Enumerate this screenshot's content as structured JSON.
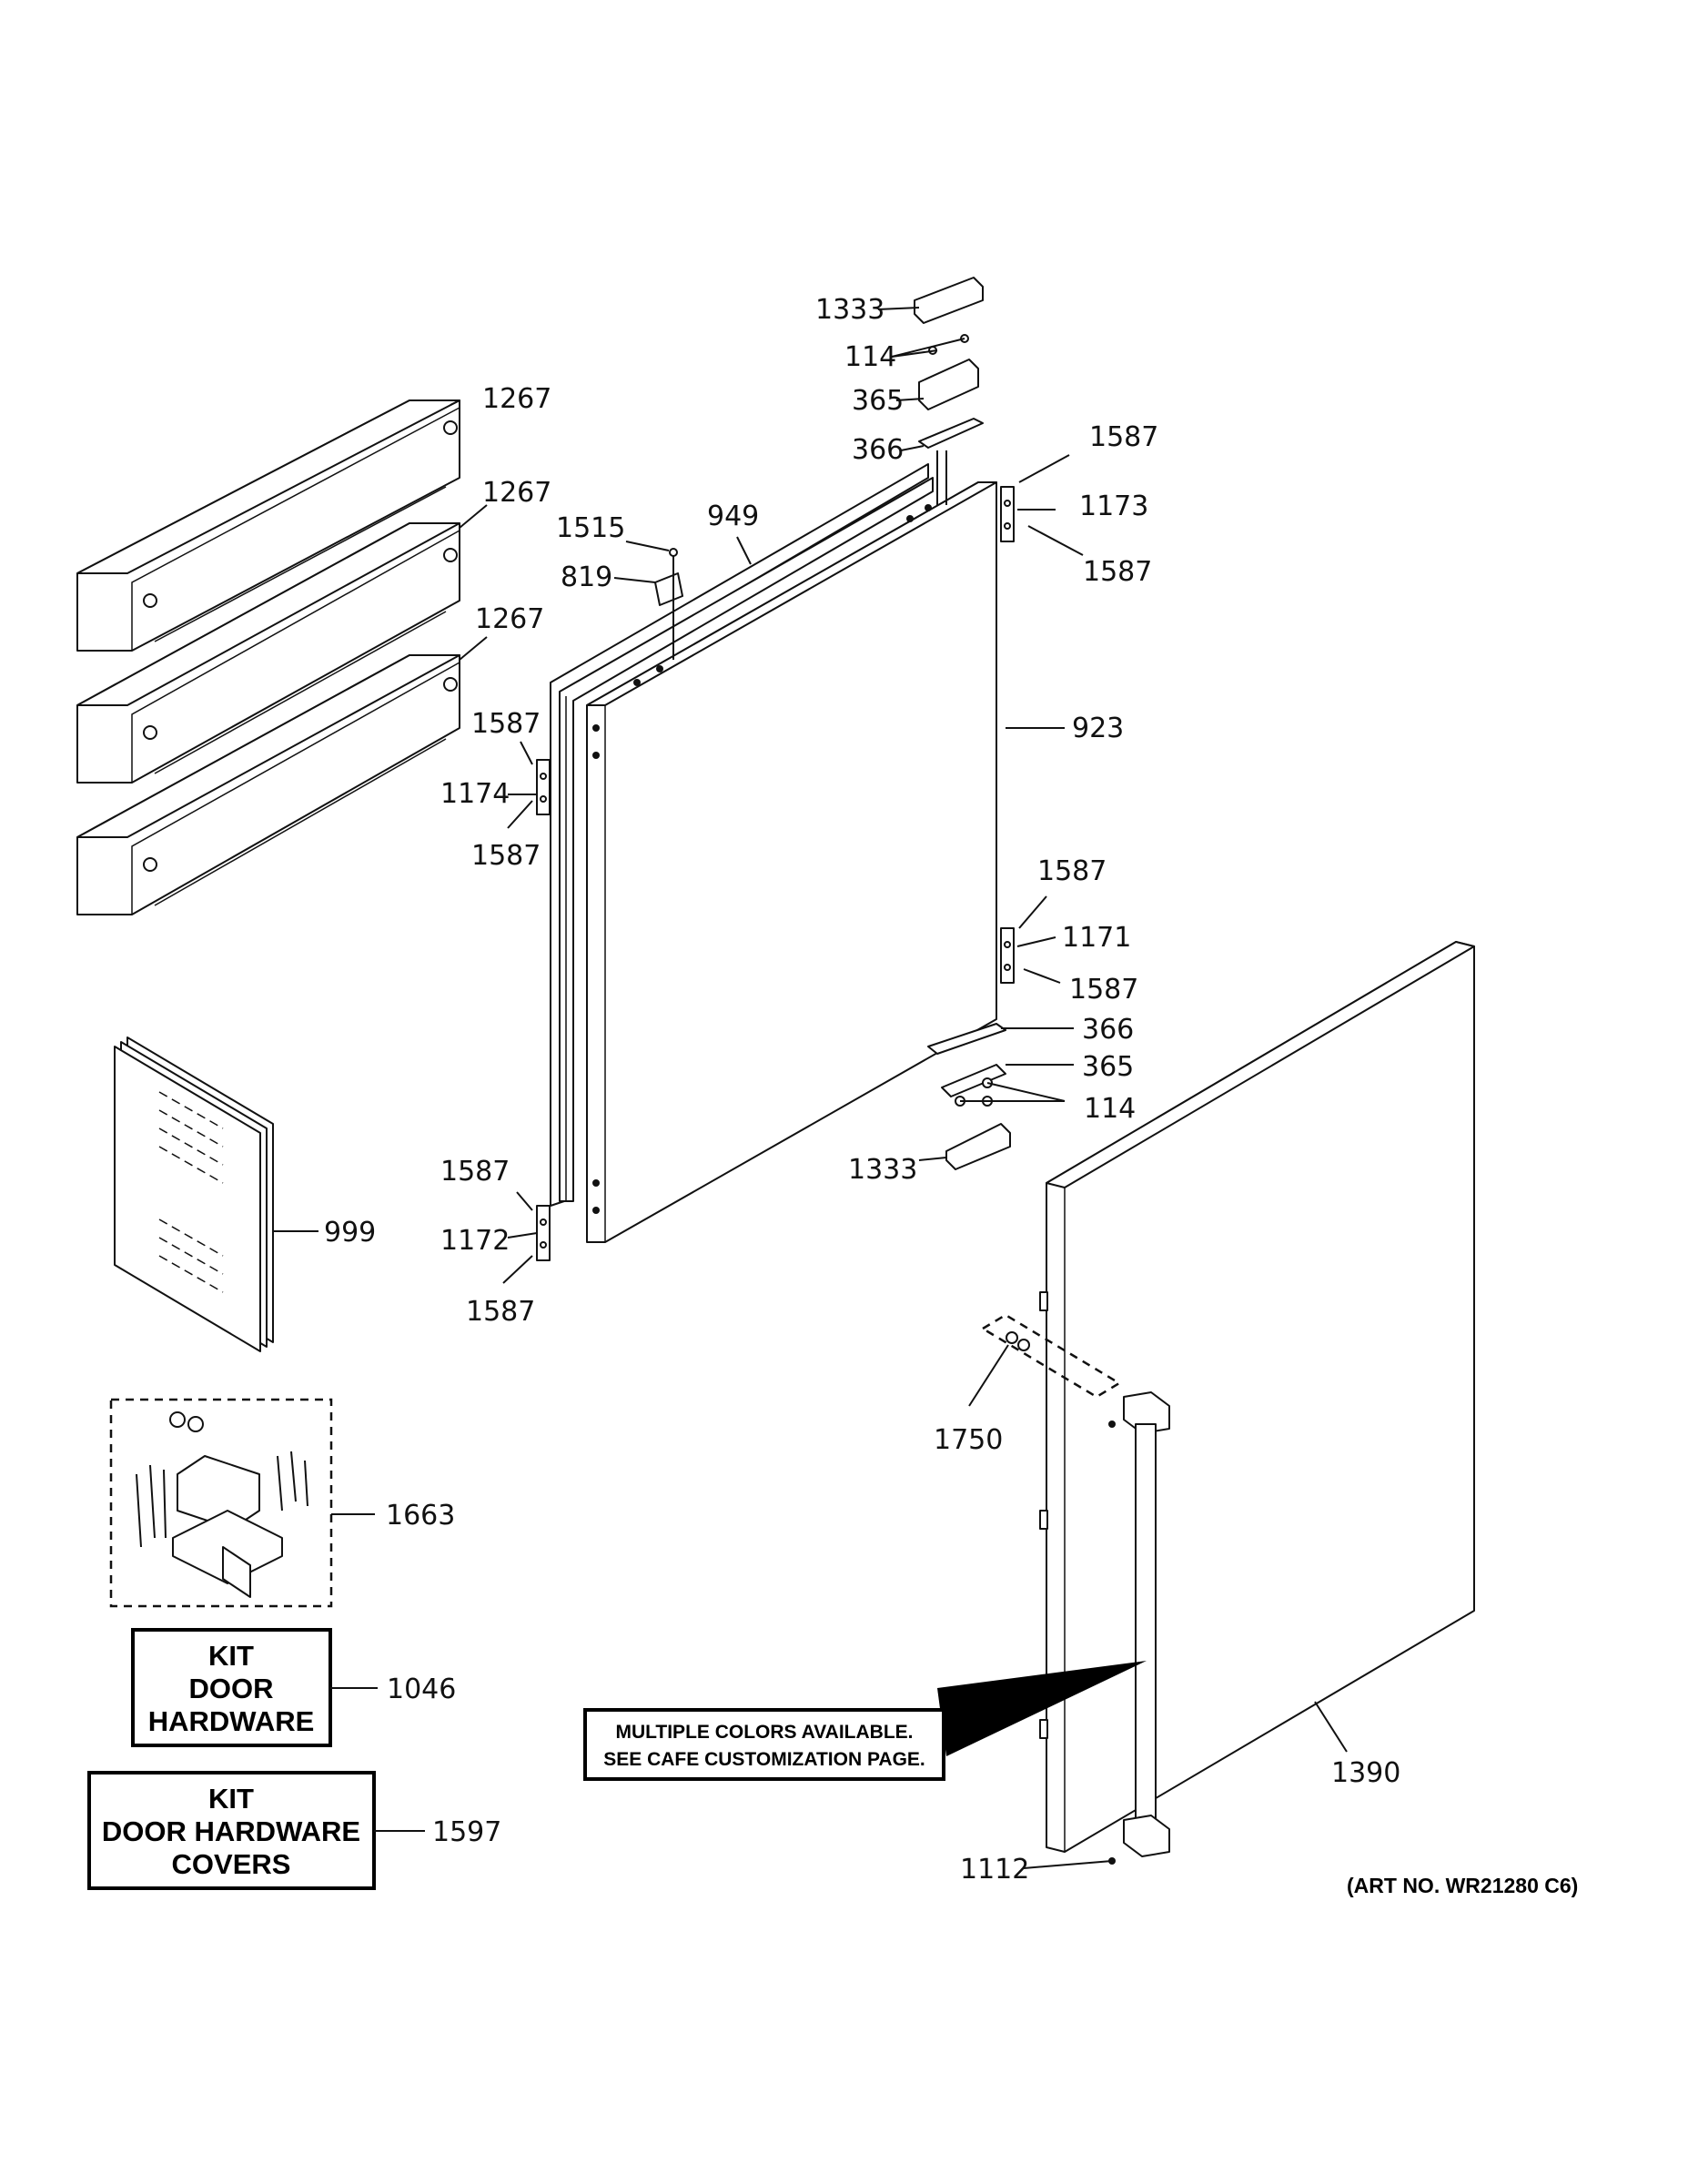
{
  "labels": {
    "p1333a": "1333",
    "p114a": "114",
    "p365a": "365",
    "p366a": "366",
    "p1587a": "1587",
    "p1173": "1173",
    "p1587b": "1587",
    "p1267a": "1267",
    "p1267b": "1267",
    "p1267c": "1267",
    "p1515": "1515",
    "p949": "949",
    "p819": "819",
    "p923": "923",
    "p1587c": "1587",
    "p1174": "1174",
    "p1587d": "1587",
    "p1587e": "1587",
    "p1171": "1171",
    "p1587f": "1587",
    "p366b": "366",
    "p365b": "365",
    "p114b": "114",
    "p1333b": "1333",
    "p999": "999",
    "p1587g": "1587",
    "p1172": "1172",
    "p1587h": "1587",
    "p1750": "1750",
    "p1663": "1663",
    "p1046": "1046",
    "p1597": "1597",
    "p1390": "1390",
    "p1112": "1112"
  },
  "kits": {
    "door_hardware": [
      "KIT",
      "DOOR",
      "HARDWARE"
    ],
    "door_hardware_covers": [
      "KIT",
      "DOOR HARDWARE",
      "COVERS"
    ]
  },
  "note": {
    "line1": "MULTIPLE COLORS AVAILABLE.",
    "line2": "SEE CAFE CUSTOMIZATION PAGE."
  },
  "art_number": "(ART NO. WR21280 C6)"
}
